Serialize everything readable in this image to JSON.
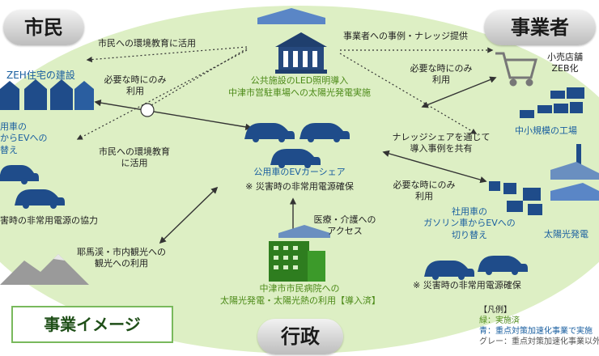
{
  "colors": {
    "background_ellipse": "#ddefc4",
    "implemented_green": "#4c8a18",
    "priority_blue": "#1a5fa0",
    "other_gray": "#555555"
  },
  "sectors": {
    "citizens": "市民",
    "business": "事業者",
    "government": "行政"
  },
  "top_arrows": {
    "citizen_env_edu": "市民への環境教育に活用",
    "business_case": "事業者への事例・ナレッジ提供"
  },
  "citizens": {
    "zeh": "ZEH住宅の建設",
    "when_needed": [
      "必要な時にのみ",
      "利用"
    ],
    "ev_switch": [
      "用車の",
      "からEVへの",
      "替え"
    ],
    "env_edu": [
      "市民への環境教育",
      "に活用"
    ],
    "emergency": "害時の非常用電源の協力",
    "tourism": [
      "耶馬渓・市内観光への",
      "観光への利用"
    ]
  },
  "center": {
    "public_led": "公共施設のLED照明導入",
    "solar_parking": "中津市営駐車場への太陽光発電実施",
    "ev_carshare": "公用車のEVカーシェア",
    "emergency_note": "※ 災害時の非常用電源確保",
    "medical": [
      "医療・介護への",
      "アクセス"
    ],
    "hospital": "中津市市民病院への",
    "hospital_solar": "太陽光発電・太陽光熱の利用【導入済】"
  },
  "business": {
    "when_needed": [
      "必要な時にのみ",
      "利用"
    ],
    "retail": [
      "小売店舗",
      "ZEB化"
    ],
    "factory": "中小規模の工場",
    "knowledge_share": [
      "ナレッジシェアを通じて",
      "導入事例を共有"
    ],
    "when_needed2": [
      "必要な時にのみ",
      "利用"
    ],
    "ev_switch": [
      "社用車の",
      "ガソリン車からEVへの",
      "切り替え"
    ],
    "solar": "太陽光発電",
    "emergency_note": "※ 災害時の非常用電源確保"
  },
  "image_label": "事業イメージ",
  "legend": {
    "title": "【凡例】",
    "green": "緑：実施済",
    "blue": "青：重点対策加速化事業で実施",
    "gray": "グレー：重点対策加速化事業以外"
  }
}
